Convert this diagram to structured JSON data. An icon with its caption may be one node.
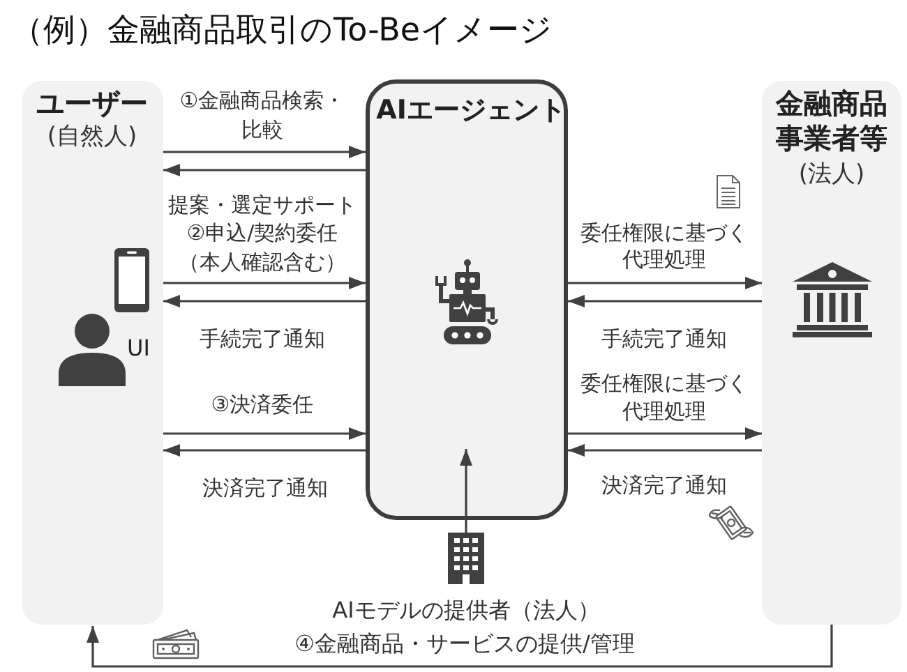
{
  "diagram": {
    "title": "（例）金融商品取引のTo-Beイメージ",
    "nodes": [
      {
        "text": [
          "ユーザー",
          "(自然人)"
        ]
      },
      {
        "text": [
          "AIエージェント"
        ]
      },
      {
        "text": [
          "金融商品事業者等",
          "(法人)"
        ]
      },
      {
        "text": [],
        "shape": "picture",
        "beside": [
          "AIモデルの提供者（法人）"
        ]
      }
    ],
    "edges": [
      {
        "from": 0,
        "to": 1,
        "label": "①金融商品検索・比較",
        "arrow": "to"
      },
      {
        "from": 1,
        "to": 0,
        "label": "提案・選定サポート",
        "arrow": "to"
      },
      {
        "from": 0,
        "to": 1,
        "label": "②申込/契約委任（本人確認含む）",
        "arrow": "to"
      },
      {
        "from": 1,
        "to": 0,
        "label": "手続完了通知",
        "arrow": "to"
      },
      {
        "from": 0,
        "to": 1,
        "label": "③決済委任",
        "arrow": "to"
      },
      {
        "from": 1,
        "to": 0,
        "label": "決済完了通知",
        "arrow": "to"
      },
      {
        "from": 1,
        "to": 2,
        "label": "委任権限に基づく代理処理",
        "arrow": "to"
      },
      {
        "from": 2,
        "to": 1,
        "label": "手続完了通知",
        "arrow": "to"
      },
      {
        "from": 1,
        "to": 2,
        "label": "委任権限に基づく代理処理",
        "arrow": "to"
      },
      {
        "from": 2,
        "to": 1,
        "label": "決済完了通知",
        "arrow": "to"
      },
      {
        "from": 3,
        "to": 1,
        "arrow": "to"
      },
      {
        "from": 2,
        "to": 0,
        "label": "④金融商品・サービスの提供/管理",
        "arrow": "to"
      }
    ],
    "labels": [
      "UI"
    ]
  }
}
